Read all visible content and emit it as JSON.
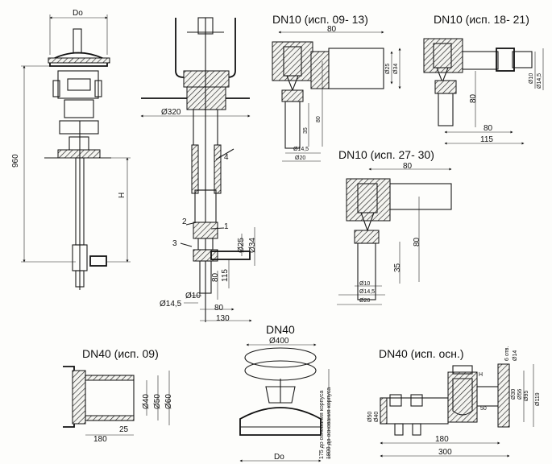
{
  "views": {
    "dn10_09_13": {
      "title": "DN10 (исп. 09- 13)",
      "dims": {
        "len": "80",
        "d25": "Ø25",
        "d34": "Ø34",
        "v80": "80",
        "v35": "35",
        "d145": "Ø14,5",
        "d20": "Ø20"
      }
    },
    "dn10_18_21": {
      "title": "DN10 (исп. 18- 21)",
      "dims": {
        "d10": "Ø10",
        "d145": "Ø14,5",
        "v80": "80",
        "h80": "80",
        "h115": "115"
      }
    },
    "dn10_27_30": {
      "title": "DN10 (исп. 27- 30)",
      "dims": {
        "len": "80",
        "v80": "80",
        "v35": "35",
        "d10": "Ø10",
        "d145": "Ø14,5",
        "d20": "Ø20"
      }
    },
    "dn40_09": {
      "title": "DN40 (исп. 09)",
      "dims": {
        "d40": "Ø40",
        "d50": "Ø50",
        "d60": "Ø60",
        "l180": "180",
        "l25": "25"
      }
    },
    "dn40": {
      "title": "DN40",
      "dims": {
        "d400": "Ø400",
        "do": "Do",
        "v175": "175 до основания корпуса",
        "v1800": "1800 до основания корпуса"
      }
    },
    "dn40_osn": {
      "title": "DN40 (исп. осн.)",
      "dims": {
        "d50": "Ø50",
        "d40": "Ø40",
        "d30": "Ø30",
        "d56": "Ø56",
        "d95": "Ø95",
        "d119": "Ø119",
        "d14": "Ø14",
        "holes": "6 отв.",
        "h": "H",
        "l180": "180",
        "l300": "300",
        "l50": "50"
      }
    },
    "assembly_left": {
      "dims": {
        "do": "Do",
        "h960": "960",
        "h": "H"
      }
    },
    "assembly_mid": {
      "dims": {
        "d320": "Ø320",
        "d25": "Ø25",
        "d34": "Ø34",
        "v80": "80",
        "v115": "115",
        "d145": "Ø14,5",
        "d10": "Ø10",
        "h80": "80",
        "h130": "130"
      },
      "callouts": [
        "1",
        "2",
        "3",
        "4"
      ]
    }
  }
}
